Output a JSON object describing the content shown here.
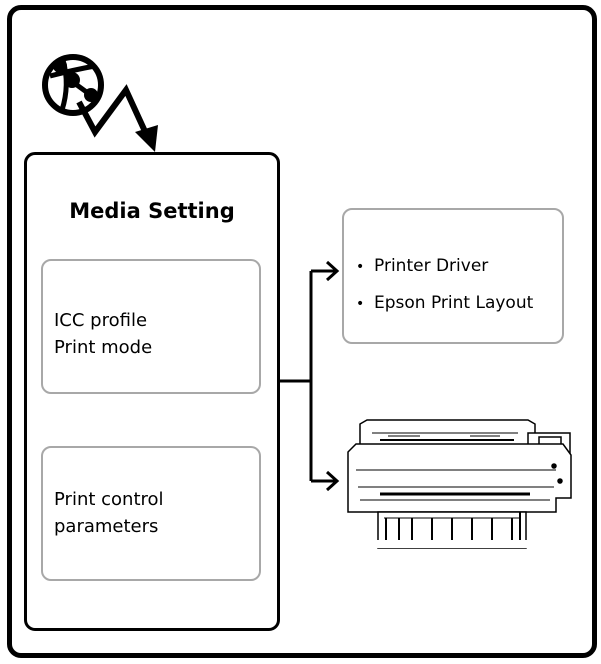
{
  "main": {
    "title": "Media Setting",
    "icc_box": {
      "line1": "ICC profile",
      "line2": "Print mode"
    },
    "control_box": {
      "line1": "Print control",
      "line2": "parameters"
    }
  },
  "software": {
    "items": [
      "Printer Driver",
      "Epson Print Layout"
    ]
  },
  "icons": {
    "network": "globe-network-icon",
    "download_arrow": "lightning-arrow-icon",
    "printer": "large-format-printer-icon"
  }
}
